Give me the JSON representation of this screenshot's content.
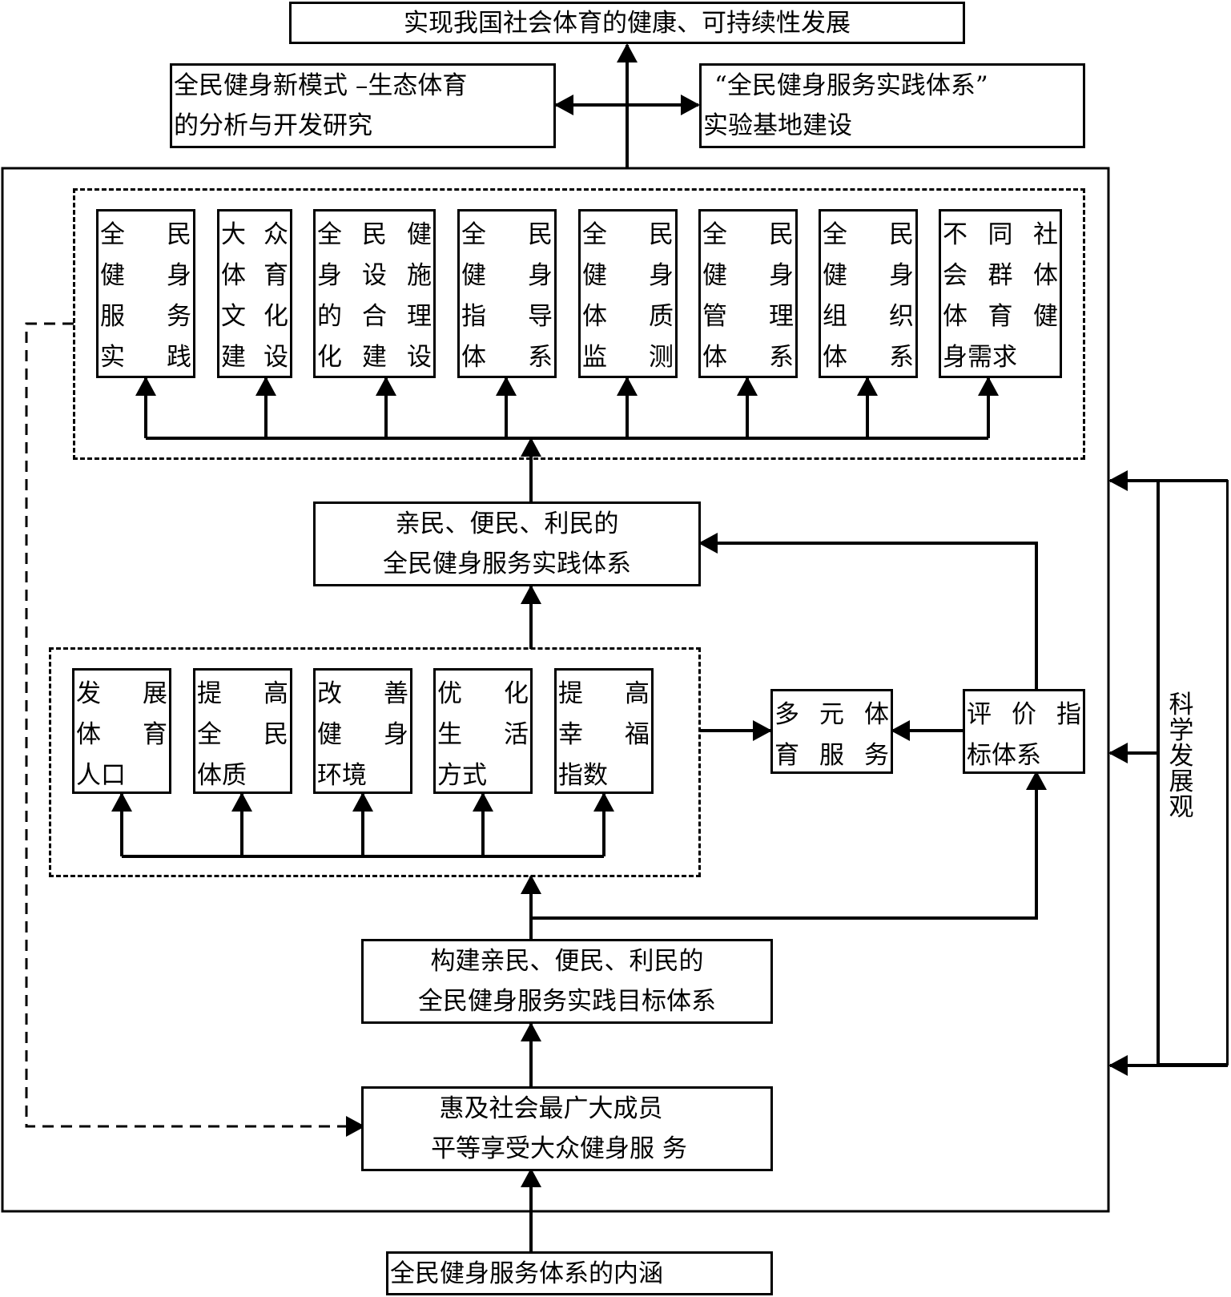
{
  "top": {
    "goal": "实现我国社会体育的健康、可持续性发展",
    "left_outcome": [
      "全民健身新模式 –生态体育",
      "的分析与开发研究"
    ],
    "right_outcome": [
      "“全民健身服务实践体系”",
      "实验基地建设"
    ]
  },
  "upper_group": {
    "items": [
      {
        "rows": [
          [
            "全",
            "民"
          ],
          [
            "健",
            "身"
          ],
          [
            "服",
            "务"
          ],
          [
            "实",
            "践"
          ]
        ]
      },
      {
        "rows": [
          [
            "大",
            "众"
          ],
          [
            "体",
            "育"
          ],
          [
            "文",
            "化"
          ],
          [
            "建",
            "设"
          ]
        ]
      },
      {
        "rows": [
          [
            "全",
            "民",
            "健"
          ],
          [
            "身",
            "设",
            "施"
          ],
          [
            "的",
            "合",
            "理"
          ],
          [
            "化",
            "建",
            "设"
          ]
        ]
      },
      {
        "rows": [
          [
            "全",
            "民"
          ],
          [
            "健",
            "身"
          ],
          [
            "指",
            "导"
          ],
          [
            "体",
            "系"
          ]
        ]
      },
      {
        "rows": [
          [
            "全",
            "民"
          ],
          [
            "健",
            "身"
          ],
          [
            "体",
            "质"
          ],
          [
            "监",
            "测"
          ]
        ]
      },
      {
        "rows": [
          [
            "全",
            "民"
          ],
          [
            "健",
            "身"
          ],
          [
            "管",
            "理"
          ],
          [
            "体",
            "系"
          ]
        ]
      },
      {
        "rows": [
          [
            "全",
            "民"
          ],
          [
            "健",
            "身"
          ],
          [
            "组",
            "织"
          ],
          [
            "体",
            "系"
          ]
        ]
      },
      {
        "rows": [
          [
            "不",
            "同",
            "社"
          ],
          [
            "会",
            "群",
            "体"
          ],
          [
            "体",
            "育",
            "健"
          ],
          [
            "身需求"
          ]
        ]
      }
    ]
  },
  "practice_system": [
    "亲民、便民、利民的",
    "全民健身服务实践体系"
  ],
  "lower_group": {
    "items": [
      {
        "rows": [
          [
            "发",
            "展"
          ],
          [
            "体",
            "育"
          ],
          [
            "人口"
          ]
        ]
      },
      {
        "rows": [
          [
            "提",
            "高"
          ],
          [
            "全",
            "民"
          ],
          [
            "体质"
          ]
        ]
      },
      {
        "rows": [
          [
            "改",
            "善"
          ],
          [
            "健",
            "身"
          ],
          [
            "环境"
          ]
        ]
      },
      {
        "rows": [
          [
            "优",
            "化"
          ],
          [
            "生",
            "活"
          ],
          [
            "方式"
          ]
        ]
      },
      {
        "rows": [
          [
            "提",
            "高"
          ],
          [
            "幸",
            "福"
          ],
          [
            "指数"
          ]
        ]
      }
    ]
  },
  "diverse_services": [
    [
      "多",
      "元",
      "体"
    ],
    [
      "育",
      "服",
      "务"
    ]
  ],
  "evaluation": [
    [
      "评",
      "价",
      "指"
    ],
    [
      "标体系"
    ]
  ],
  "goal_system": [
    "构建亲民、便民、利民的",
    "全民健身服务实践目标体系"
  ],
  "benefit": [
    "惠及社会最广大成员",
    "平等享受大众健身服 务"
  ],
  "connotation": "全民健身服务体系的内涵",
  "scientific_outlook": [
    "科",
    "学",
    "发",
    "展",
    "观"
  ]
}
